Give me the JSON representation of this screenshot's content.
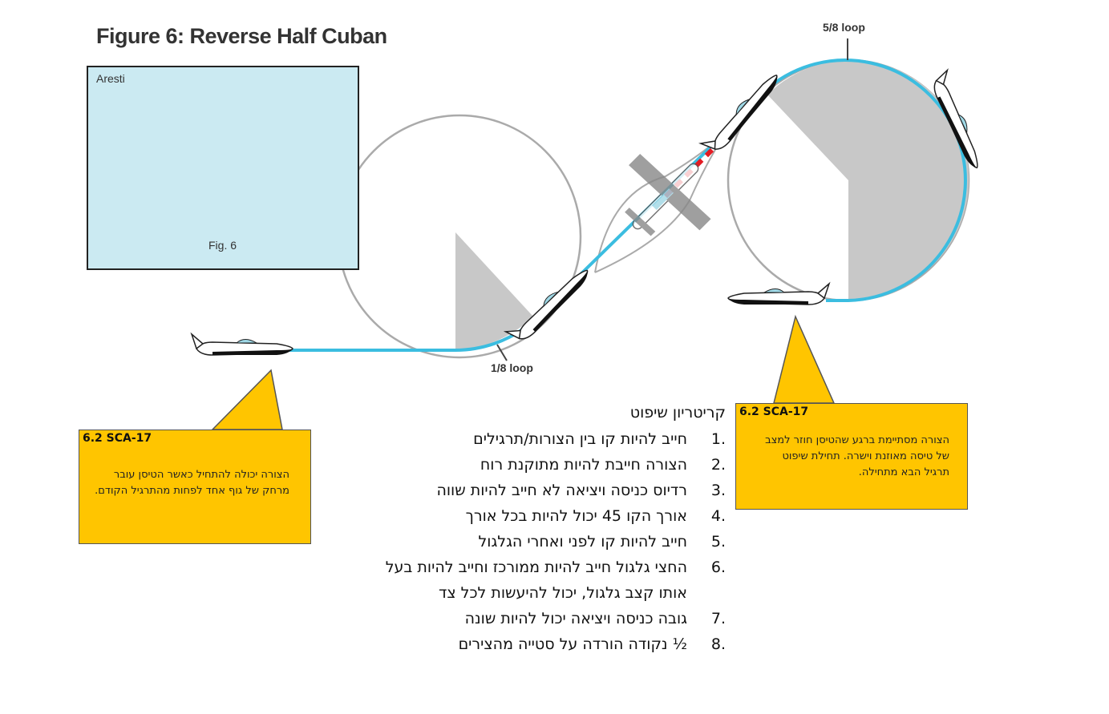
{
  "title": "Figure 6: Reverse Half Cuban",
  "aresti": {
    "label": "Aresti",
    "caption": "Fig. 6"
  },
  "loop_labels": {
    "upper": "5/8 loop",
    "lower": "1/8 loop"
  },
  "callouts": {
    "left": {
      "title": "6.2 SCA-17",
      "text": "הצורה יכולה להתחיל כאשר הטיסן עובר מרחק של גוף אחד לפחות מהתרגיל הקודם."
    },
    "right": {
      "title": "6.2 SCA-17",
      "text": "הצורה מסתיימת ברגע שהטיסן חוזר למצב של טיסה מאוזנת וישרה. תחילת שיפוט תרגיל הבא מתחילה."
    }
  },
  "criteria": {
    "title": "קריטריון שיפוט",
    "items": [
      {
        "num": "1.",
        "text": "חייב להיות קו בין הצורות/תרגילים"
      },
      {
        "num": "2.",
        "text": "הצורה חייבת להיות מתוקנת רוח"
      },
      {
        "num": "3.",
        "text": "רדיוס כניסה ויציאה לא חייב להיות שווה"
      },
      {
        "num": "4.",
        "text": "אורך הקו 45 יכול להיות בכל אורך"
      },
      {
        "num": "5.",
        "text": "חייב להיות קו לפני ואחרי הגלגול"
      },
      {
        "num": "6.",
        "text": "החצי גלגול חייב להיות ממורכז וחייב להיות בעל אותו קצב גלגול, יכול להיעשות לכל צד"
      },
      {
        "num": "7.",
        "text": "גובה כניסה ויציאה יכול להיות שונה"
      },
      {
        "num": "8.",
        "text": "½ נקודה הורדה על סטייה מהצירים"
      }
    ]
  },
  "colors": {
    "flight_path": "#3bbde0",
    "callout": "#ffc500",
    "aresti_background": "#cbeaf2",
    "shading": "#c8c8c8",
    "roll_segment": "#e31b23"
  },
  "icons": [
    "airplane-icon"
  ]
}
